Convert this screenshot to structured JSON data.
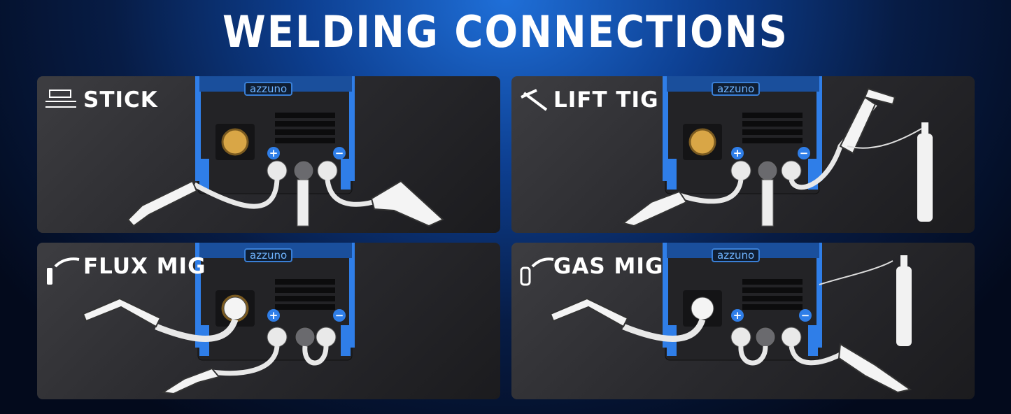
{
  "title": "WELDING CONNECTIONS",
  "panels": [
    {
      "label": "STICK",
      "icon": "stick-electrode-icon",
      "brand": "azzuno"
    },
    {
      "label": "LIFT TIG",
      "icon": "tig-torch-icon",
      "brand": "azzuno"
    },
    {
      "label": "FLUX MIG",
      "icon": "flux-mig-gun-icon",
      "brand": "azzuno"
    },
    {
      "label": "GAS MIG",
      "icon": "gas-mig-gun-icon",
      "brand": "azzuno"
    }
  ],
  "polarity": {
    "positive": "+",
    "negative": "−"
  },
  "colors": {
    "accent": "#2f7ee8",
    "panel": "#2b2b2f",
    "background": "#071c45"
  }
}
